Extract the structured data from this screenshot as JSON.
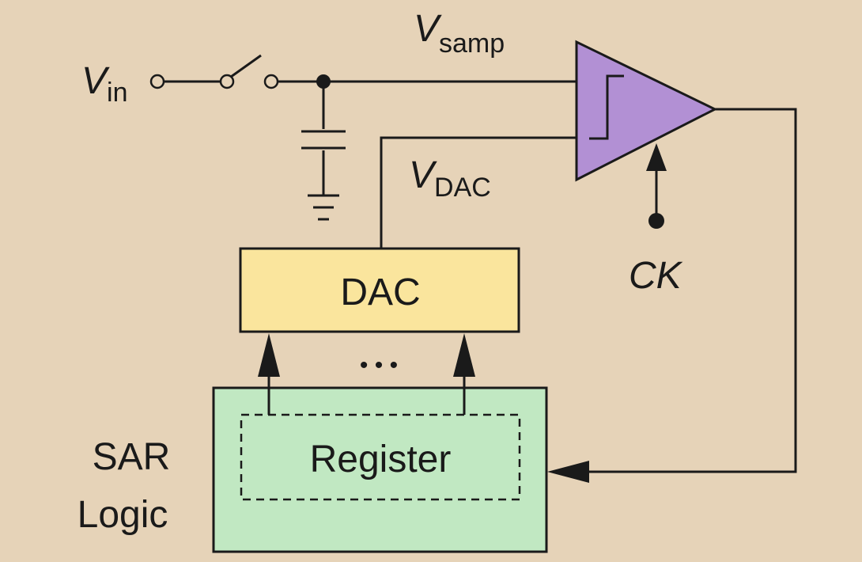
{
  "colors": {
    "background": "#e6d3b8",
    "comparator_fill": "#b290d4",
    "dac_fill": "#fae59d",
    "sar_fill": "#c1e8c2",
    "line": "#1a1a1a"
  },
  "labels": {
    "vin_main": "V",
    "vin_sub": "in",
    "vsamp_main": "V",
    "vsamp_sub": "samp",
    "vdac_main": "V",
    "vdac_sub": "DAC",
    "ck": "CK",
    "dac": "DAC",
    "register": "Register",
    "sar_line1": "SAR",
    "sar_line2": "Logic",
    "ellipsis": "• • •"
  }
}
